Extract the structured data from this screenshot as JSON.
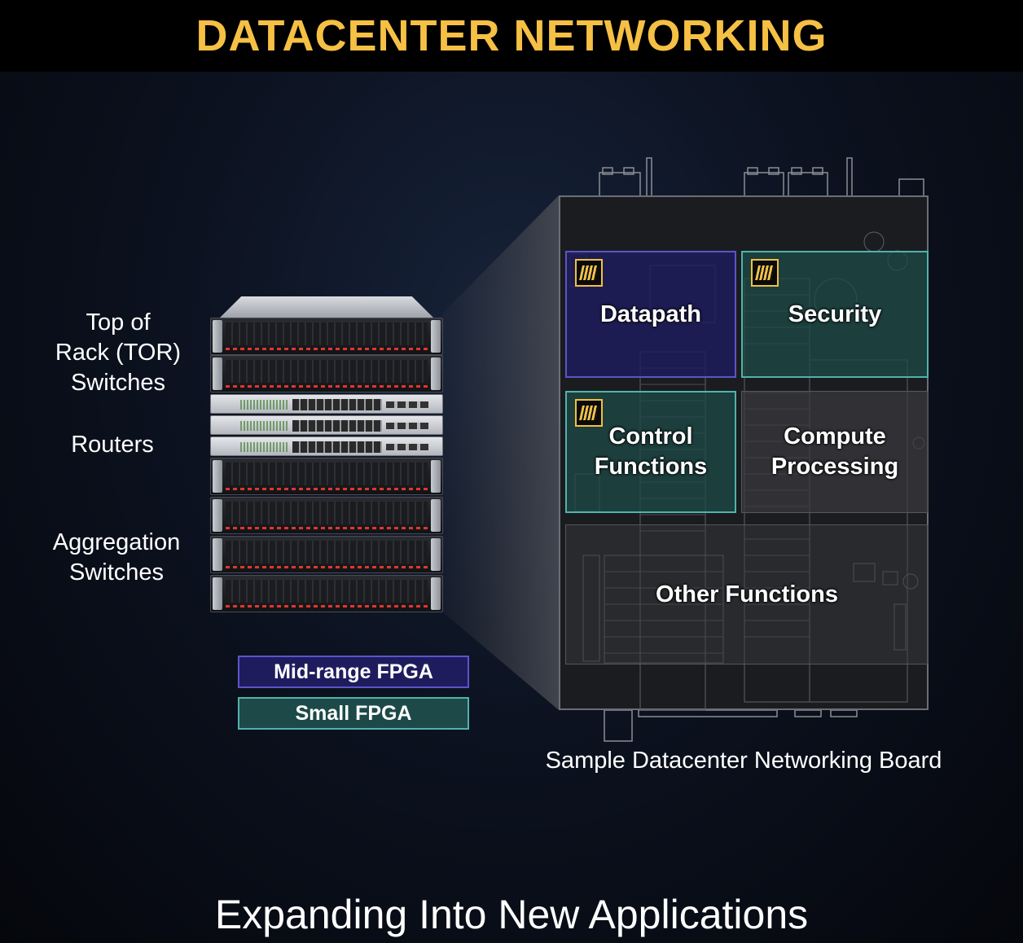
{
  "title": "DATACENTER NETWORKING",
  "colors": {
    "title": "#f5c044",
    "mid_range_fill": "#1f1c5e",
    "mid_range_border": "#5b55c9",
    "small_fill": "#1d4a48",
    "small_border": "#4fb3ad",
    "gray_fill": "#3a3b3e",
    "chip_icon": "#f0c040"
  },
  "rack_labels": {
    "tor": "Top of\nRack (TOR)\nSwitches",
    "routers": "Routers",
    "aggregation": "Aggregation\nSwitches"
  },
  "legend": {
    "mid_range": "Mid-range FPGA",
    "small": "Small FPGA"
  },
  "board": {
    "caption": "Sample Datacenter Networking Board",
    "regions": {
      "datapath": {
        "label": "Datapath",
        "fpga": "mid-range",
        "icon": "fpga-chip-icon"
      },
      "security": {
        "label": "Security",
        "fpga": "small",
        "icon": "fpga-chip-icon"
      },
      "control": {
        "label": "Control\nFunctions",
        "fpga": "small",
        "icon": "fpga-chip-icon"
      },
      "compute": {
        "label": "Compute\nProcessing",
        "fpga": "none"
      },
      "other": {
        "label": "Other Functions",
        "fpga": "none"
      }
    }
  },
  "footer": "Expanding Into New Applications"
}
